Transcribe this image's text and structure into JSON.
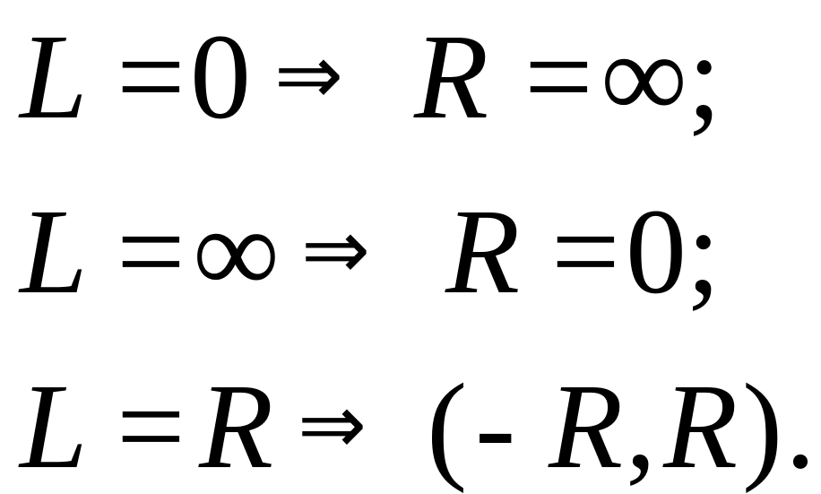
{
  "equations": [
    {
      "lhs_var": "L",
      "eq1": "=",
      "lhs_val": "0",
      "implies": "⇒",
      "rhs_var": "R",
      "eq2": "=",
      "rhs_val": "∞;"
    },
    {
      "lhs_var": "L",
      "eq1": "=",
      "lhs_val": "∞",
      "implies": "⇒",
      "rhs_var": "R",
      "eq2": "=",
      "rhs_val": "0;"
    },
    {
      "lhs_var": "L",
      "eq1": "=",
      "lhs_val": "R",
      "implies": "⇒",
      "open": "(",
      "minus": "-",
      "r1": "R",
      "comma": ",",
      "r2": "R",
      "close": ").",
      "close_paren": ")",
      "period": "."
    }
  ]
}
